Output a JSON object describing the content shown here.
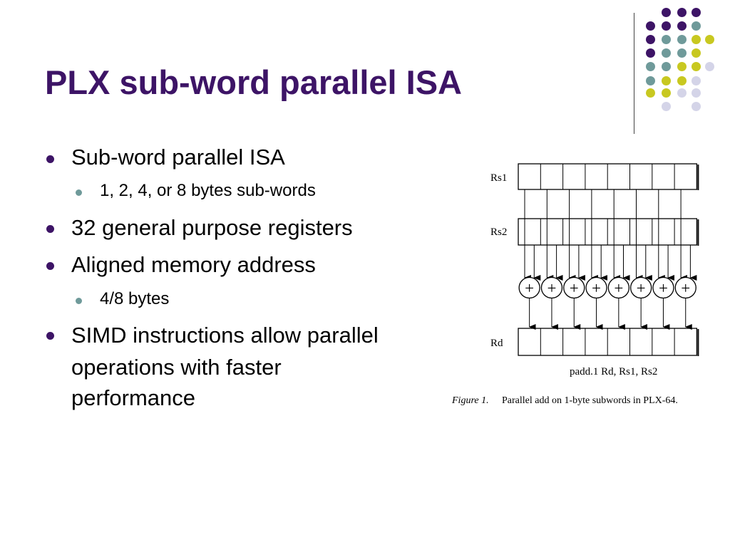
{
  "slide": {
    "title": "PLX sub-word parallel ISA",
    "colors": {
      "title": "#3d1466",
      "purple": "#3d1466",
      "teal": "#6f9a9a",
      "yellow": "#c8c820",
      "lavender": "#d4d4e8"
    },
    "bullets": [
      {
        "level": 1,
        "text": "Sub-word parallel ISA"
      },
      {
        "level": 2,
        "text": "1, 2, 4, or 8 bytes sub-words"
      },
      {
        "level": 1,
        "text": "32 general purpose registers"
      },
      {
        "level": 1,
        "text": "Aligned memory address"
      },
      {
        "level": 2,
        "text": "4/8 bytes"
      },
      {
        "level": 1,
        "lines": [
          "SIMD instructions allow parallel",
          "operations with faster",
          "performance"
        ]
      }
    ]
  },
  "figure": {
    "register_labels": {
      "rs1": "Rs1",
      "rs2": "Rs2",
      "rd": "Rd"
    },
    "operator_symbol": "+",
    "subword_count": 8,
    "instruction": "padd.1 Rd, Rs1, Rs2",
    "caption_label": "Figure 1.",
    "caption_text": "Parallel add on 1-byte subwords in PLX-64."
  }
}
